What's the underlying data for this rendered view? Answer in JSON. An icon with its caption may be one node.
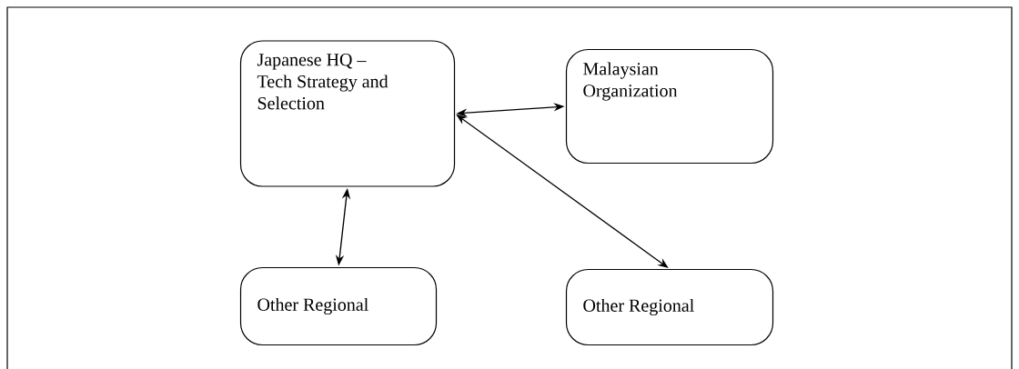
{
  "diagram": {
    "nodes": [
      {
        "text": [
          "Japanese HQ – Tech Strategy and Selection"
        ]
      },
      {
        "text": [
          "Malaysian Organization"
        ]
      },
      {
        "text": [
          "Other Regional"
        ]
      },
      {
        "text": [
          "Other Regional"
        ]
      }
    ],
    "edges": [
      {
        "from": 0,
        "to": 1,
        "arrow": "both"
      },
      {
        "from": 0,
        "to": 3,
        "arrow": "both"
      },
      {
        "from": 0,
        "to": 2,
        "arrow": "both"
      }
    ]
  }
}
